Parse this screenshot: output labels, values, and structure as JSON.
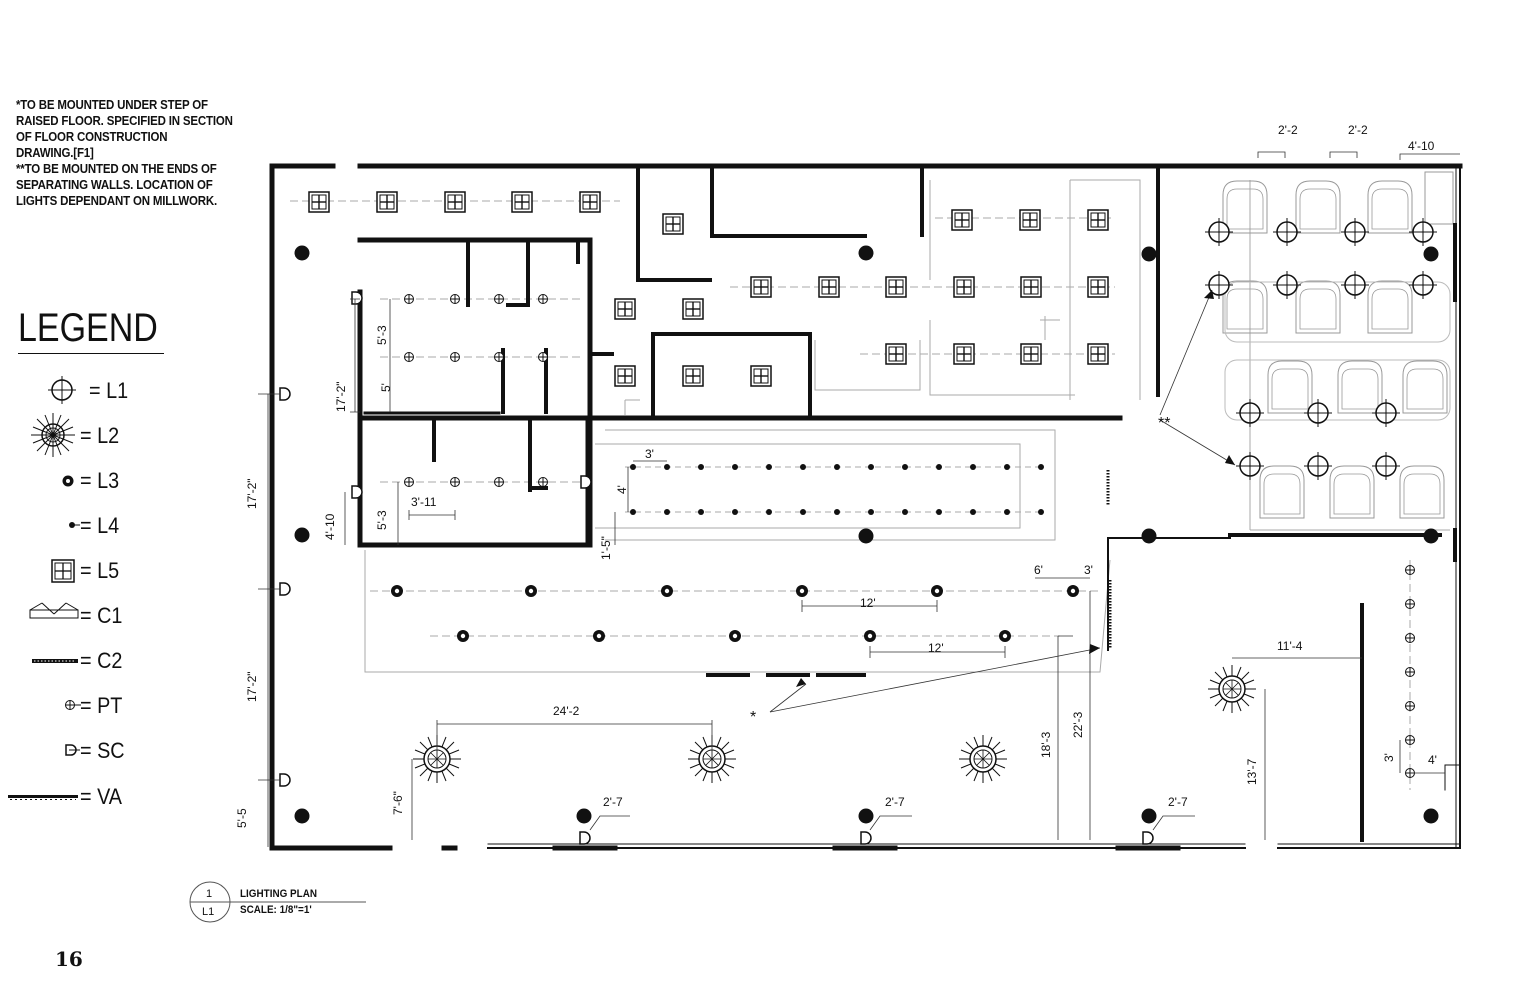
{
  "notes": [
    "*TO BE MOUNTED UNDER STEP OF",
    "RAISED FLOOR. SPECIFIED IN SECTION",
    "OF FLOOR CONSTRUCTION",
    "DRAWING.[F1]",
    "**TO BE MOUNTED ON THE ENDS OF",
    "SEPARATING WALLS. LOCATION OF",
    "LIGHTS DEPENDANT ON MILLWORK."
  ],
  "legend": {
    "title": "LEGEND",
    "items": [
      {
        "symbol": "circle-crosshair-icon",
        "label": "= L1"
      },
      {
        "symbol": "sunburst-icon",
        "label": "= L2"
      },
      {
        "symbol": "recessed-dot-icon",
        "label": "= L3"
      },
      {
        "symbol": "small-dot-icon",
        "label": "= L4"
      },
      {
        "symbol": "square-grid-icon",
        "label": "= L5"
      },
      {
        "symbol": "cove-icon",
        "label": "= C1"
      },
      {
        "symbol": "strip-icon",
        "label": "= C2"
      },
      {
        "symbol": "pendant-icon",
        "label": "= PT"
      },
      {
        "symbol": "sconce-icon",
        "label": "= SC"
      },
      {
        "symbol": "valance-icon",
        "label": "= VA"
      }
    ]
  },
  "dimensions": {
    "d1": "2'-2",
    "d2": "2'-2",
    "d3": "4'-10",
    "d4": "5'-3",
    "d5": "5'",
    "d6": "17'-2\"",
    "d7": "17'-2\"",
    "d8": "17'-2\"",
    "d9": "5'-5",
    "d10": "4'-10",
    "d11": "5'-3",
    "d12": "3'-11",
    "d13": "3'",
    "d14": "4'",
    "d15": "1'-5\"",
    "d16": "6'",
    "d17": "3'",
    "d18": "12'",
    "d19": "12'",
    "d20": "24'-2",
    "d21": "18'-3",
    "d22": "22'-3",
    "d23": "11'-4",
    "d24": "13'-7",
    "d25": "3'",
    "d26": "4'",
    "d27": "7'-6\"",
    "d28": "2'-7",
    "d29": "2'-7",
    "d30": "2'-7",
    "star1": "*",
    "star2": "**"
  },
  "title_block": {
    "number": "1",
    "sheet": "L1",
    "name": "LIGHTING PLAN",
    "scale": "SCALE: 1/8\"=1'"
  },
  "page_number": "16"
}
